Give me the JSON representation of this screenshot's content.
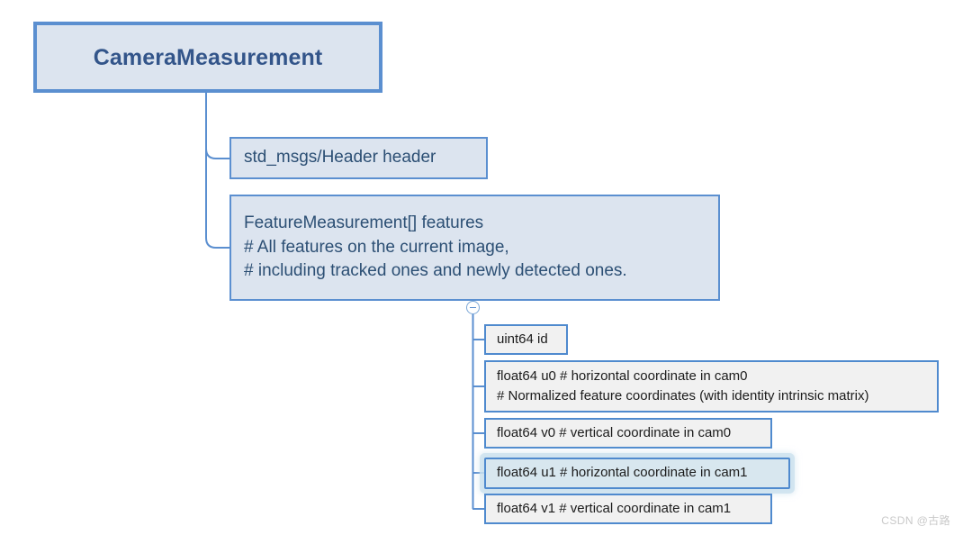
{
  "diagram": {
    "type": "message-definition-tree",
    "root": {
      "label": "CameraMeasurement"
    },
    "level2": [
      {
        "id": "header",
        "lines": [
          "std_msgs/Header header"
        ],
        "style": "blue"
      },
      {
        "id": "features",
        "lines": [
          "FeatureMeasurement[] features",
          "# All features on the current image,",
          "# including tracked ones and newly detected ones."
        ],
        "style": "blue"
      }
    ],
    "level3": [
      {
        "id": "id",
        "lines": [
          "uint64 id"
        ],
        "selected": false
      },
      {
        "id": "u0",
        "lines": [
          "float64 u0 # horizontal coordinate in cam0",
          "# Normalized feature coordinates (with identity intrinsic matrix)"
        ],
        "selected": false
      },
      {
        "id": "v0",
        "lines": [
          "float64 v0 # vertical coordinate in cam0"
        ],
        "selected": false
      },
      {
        "id": "u1",
        "lines": [
          "float64 u1 # horizontal coordinate in cam1"
        ],
        "selected": true
      },
      {
        "id": "v1",
        "lines": [
          "float64 v1 # vertical coordinate in cam1"
        ],
        "selected": false
      }
    ],
    "collapse_toggle": {
      "state": "expanded",
      "glyph": "minus-icon"
    }
  },
  "colors": {
    "node_border": "#5b8fd0",
    "node_fill_blue": "#dce4ef",
    "node_fill_gray": "#f1f1f1",
    "root_text": "#33558a",
    "blue_text": "#2c4f74",
    "leaf_text": "#1b1b1b",
    "selected_fill": "#d8e7ef",
    "connector": "#5b8fd0",
    "background": "#ffffff"
  },
  "watermark": {
    "text": "CSDN @古路"
  }
}
